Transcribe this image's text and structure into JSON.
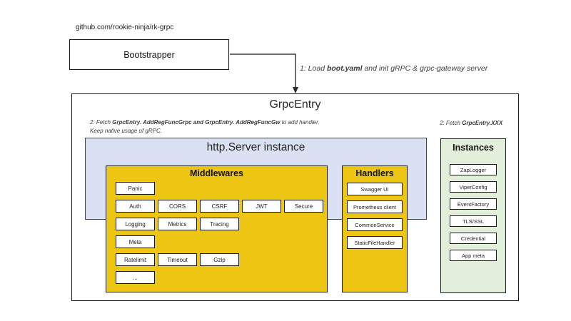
{
  "repo": "github.com/rookie-ninja/rk-grpc",
  "bootstrapper": {
    "label": "Bootstrapper"
  },
  "annotations": {
    "step1": {
      "prefix": "1: Load ",
      "highlight": "boot.yaml",
      "suffix": " and init gRPC & grpc-gateway server"
    },
    "step2": {
      "prefix": "2: Fetch ",
      "highlight1": "GrpcEntry. AddRegFuncGrpc",
      "middle": " and ",
      "highlight2": "GrpcEntry. AddRegFuncGw",
      "suffix": " to add handler.",
      "line2": "Keep native usage of gRPC."
    },
    "step3": {
      "prefix": "2: Fetch ",
      "highlight": "GrpcEntry.XXX"
    }
  },
  "grpc_entry": {
    "title": "GrpcEntry"
  },
  "http_server": {
    "title": "http.Server instance"
  },
  "middlewares": {
    "title": "Middlewares",
    "rows": [
      [
        "Panic"
      ],
      [
        "Auth",
        "CORS",
        "CSRF",
        "JWT",
        "Secure"
      ],
      [
        "Logging",
        "Metrics",
        "Tracing"
      ],
      [
        "Meta"
      ],
      [
        "Ratelimit",
        "Timeout",
        "Gzip"
      ],
      [
        "..."
      ]
    ]
  },
  "handlers": {
    "title": "Handlers",
    "items": [
      "Swagger UI",
      "Prometheus client",
      "CommonService",
      "StaticFileHandler"
    ]
  },
  "instances": {
    "title": "Instances",
    "items": [
      "ZapLogger",
      "ViperConfig",
      "EventFactory",
      "TLS/SSL",
      "Credential",
      "App meta"
    ]
  },
  "colors": {
    "gold": "#edc613",
    "light_blue": "#d9e1f2",
    "light_green": "#e2efda",
    "highlight_orange": "#e8732c",
    "annotation_gray": "#3f3f3f"
  }
}
